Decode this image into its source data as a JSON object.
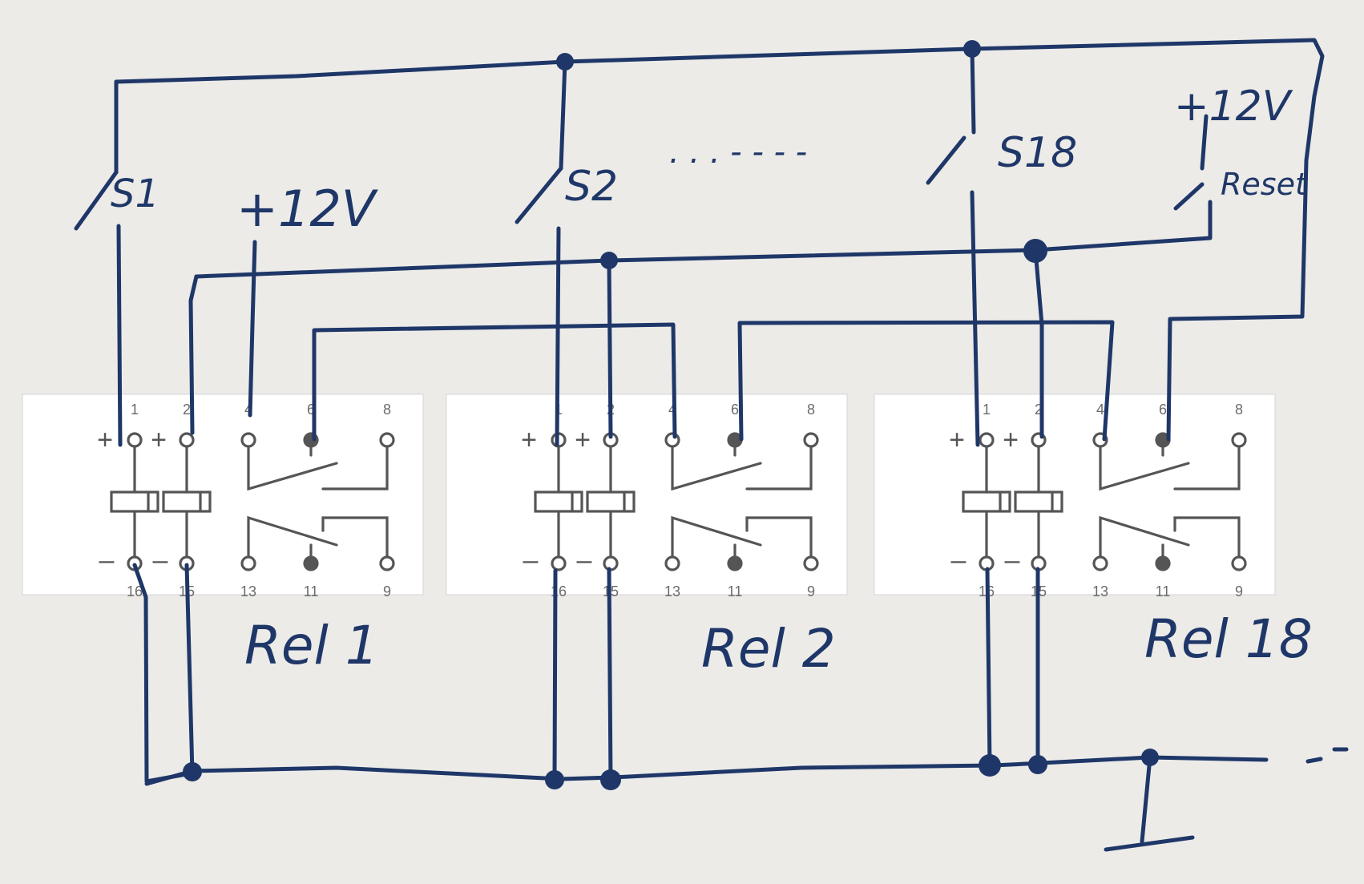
{
  "labels": {
    "s1": "S1",
    "s2": "S2",
    "s18": "S18",
    "plus12v_left": "+12V",
    "plus12v_right": "+12V",
    "reset": "Reset",
    "dots": ". . . - - - -",
    "relay1": "Rel 1",
    "relay2": "Rel 2",
    "relay18": "Rel 18"
  },
  "relay_pins": {
    "top": [
      "1",
      "2",
      "4",
      "6",
      "8"
    ],
    "bottom": [
      "16",
      "15",
      "13",
      "11",
      "9"
    ],
    "coil_plus": "+",
    "coil_minus": "–"
  },
  "colors": {
    "ink": "#1f3768",
    "symbol": "#555555",
    "paper": "#ecebe8"
  }
}
